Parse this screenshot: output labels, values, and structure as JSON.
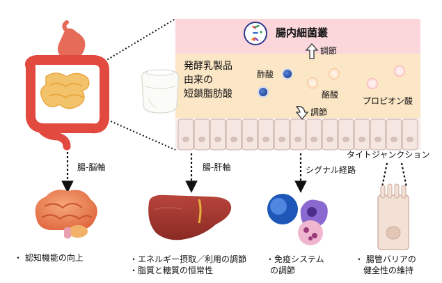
{
  "panel": {
    "title": "腸内細菌叢",
    "regulate_up": "調節",
    "regulate_down": "調節",
    "scfa_lines": [
      "発酵乳製品",
      "由来の",
      "短鎖脂肪酸"
    ],
    "acetic": "酢酸",
    "butyric": "酪酸",
    "propionic": "プロピオン酸"
  },
  "axes": {
    "gut_brain": "腸-脳軸",
    "gut_liver": "腸-肝軸",
    "signal": "シグナル経路",
    "tight_junction": "タイトジャンクション"
  },
  "outcomes": {
    "brain": "・ 認知機能の向上",
    "liver_1": "・エネルギー摂取／利用の調節",
    "liver_2": "・脂質と糖質の恒常性",
    "immune_1": "・免疫システム",
    "immune_2": "の調節",
    "barrier_1": "・ 腸管バリアの",
    "barrier_2": "健全性の維持"
  },
  "colors": {
    "panel_top": "#fbd7dc",
    "panel_mid": "#fbe6c6",
    "acetic_dot": "#2f5bb3",
    "butyric_dot": "#f2a36b",
    "propionic_dot": "#f08a96"
  },
  "icons": {
    "bacteria": "bacteria-icon",
    "intestine": "intestine-icon",
    "yogurt": "yogurt-icon",
    "brain": "brain-icon",
    "liver": "liver-icon",
    "immune": "immune-cells-icon",
    "enterocyte": "enterocyte-icon"
  }
}
